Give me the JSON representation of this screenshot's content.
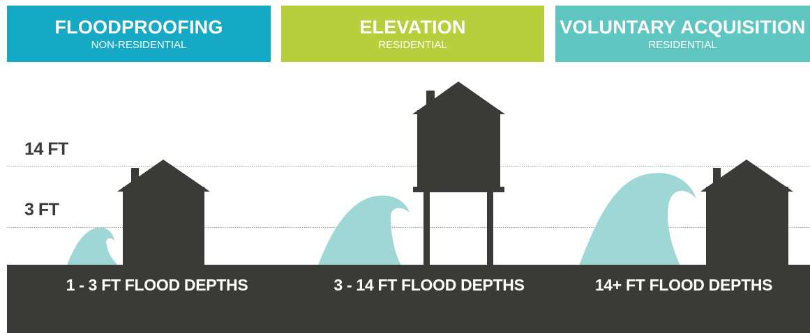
{
  "colors": {
    "floodproofing": "#15a9c5",
    "elevation": "#b7cf3b",
    "acquisition": "#5ec5c1",
    "ground": "#3a3b36",
    "wave": "#9fd7d6",
    "house": "#3a3b36"
  },
  "headers": [
    {
      "title": "FLOODPROOFING",
      "subtitle": "NON-RESIDENTIAL"
    },
    {
      "title": "ELEVATION",
      "subtitle": "RESIDENTIAL"
    },
    {
      "title": "VOLUNTARY ACQUISITION",
      "subtitle": "RESIDENTIAL"
    }
  ],
  "levels": {
    "high": "14 FT",
    "low": "3 FT"
  },
  "depths": [
    "1 - 3 FT FLOOD DEPTHS",
    "3 - 14 FT FLOOD DEPTHS",
    "14+ FT FLOOD DEPTHS"
  ],
  "icons": [
    "house-icon",
    "elevated-house-icon",
    "wave-icon"
  ]
}
